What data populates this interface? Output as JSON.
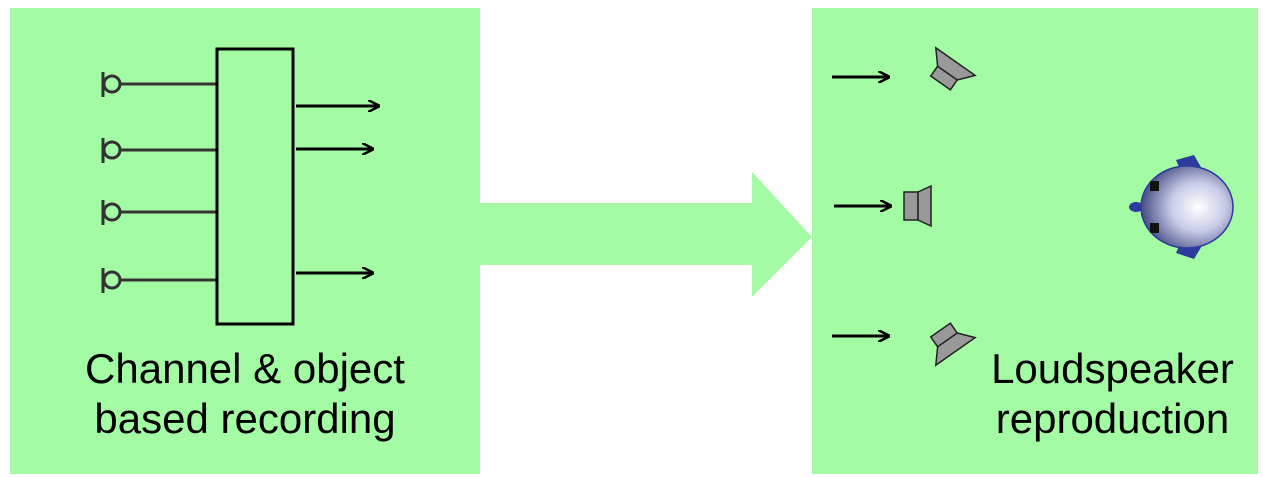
{
  "colors": {
    "panel_green": "#a3fba3",
    "arrow_green": "#a3fba3",
    "line": "#333333",
    "speaker_gray": "#999999",
    "listener_blue": "#2e3a9e"
  },
  "left_panel": {
    "caption_line1": "Channel & object",
    "caption_line2": "based recording"
  },
  "right_panel": {
    "caption_line1": "Loudspeaker",
    "caption_line2": "reproduction"
  },
  "icons": [
    "microphone-icon",
    "loudspeaker-icon",
    "listener-head-icon",
    "big-flow-arrow"
  ]
}
